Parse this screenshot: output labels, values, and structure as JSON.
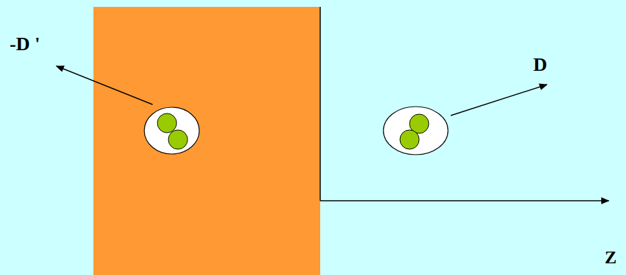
{
  "diagram": {
    "labels": [
      "-D '",
      "D",
      "Z"
    ]
  }
}
